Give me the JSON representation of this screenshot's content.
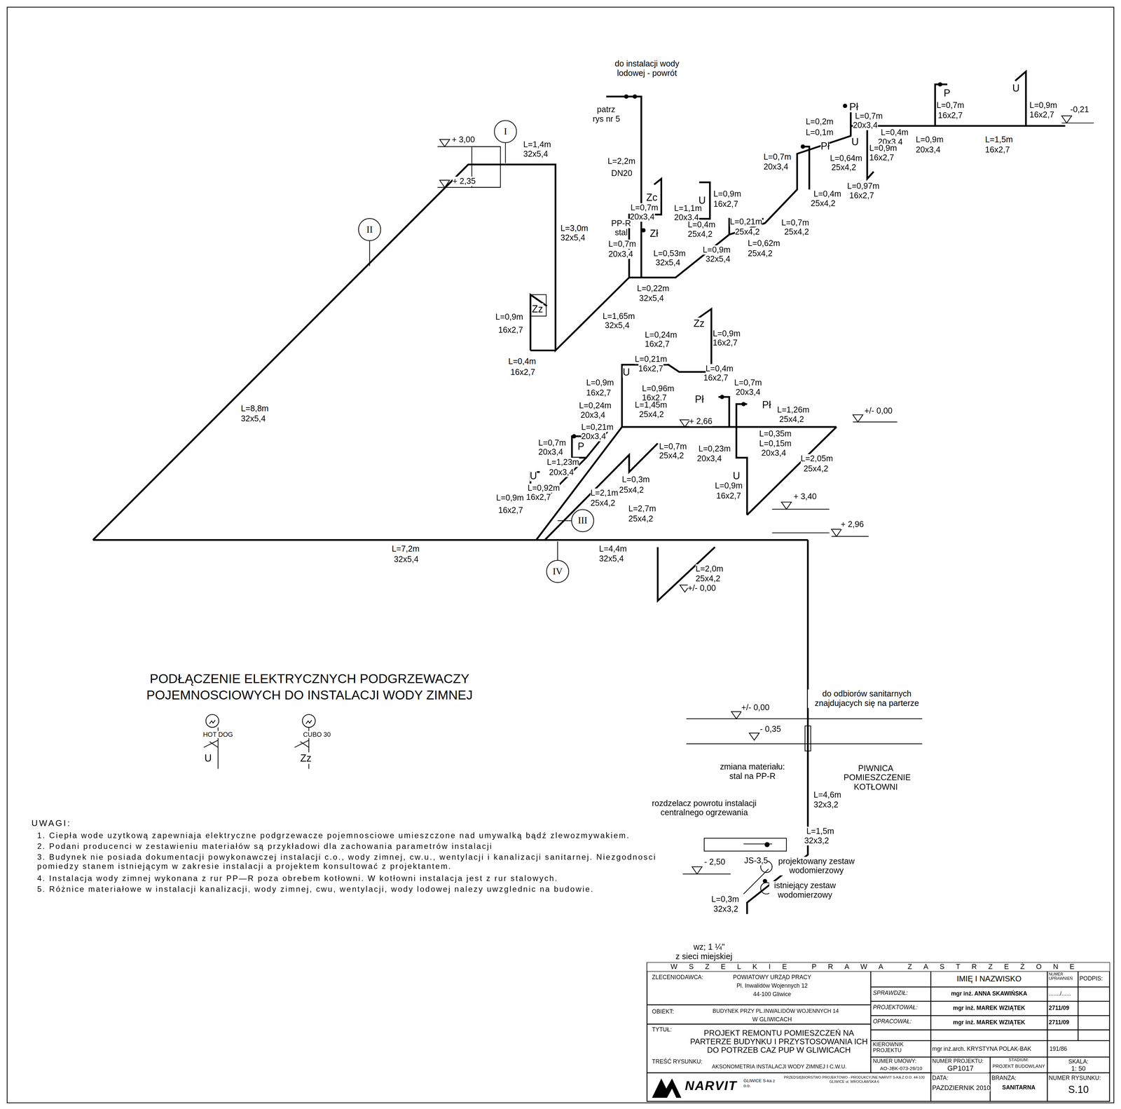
{
  "diagram": {
    "nodes": [
      {
        "text": [
          "I"
        ]
      },
      {
        "text": [
          "II"
        ]
      },
      {
        "text": [
          "III"
        ]
      },
      {
        "text": [
          "IV"
        ]
      }
    ],
    "labels": [
      "do instalacji wody lodowej - powrót",
      "patrz",
      "rys nr 5",
      "+ 3,00",
      "+ 2,35",
      "L=1,4m",
      "32x5,4",
      "L=2,2m",
      "DN20",
      "L=3,0m",
      "32x5,4",
      "Zc",
      "L=0,7m",
      "20x3,4",
      "PP-R",
      "stal",
      "Zł",
      "L=0,7m",
      "20x3,4",
      "U",
      "L=1,1m",
      "20x3,4",
      "L=0,9m",
      "16x2,7",
      "L=0,4m",
      "25x4,2",
      "L=0,21m",
      "25x4,2",
      "L=0,62m",
      "25x4,2",
      "L=0,9m",
      "32x5,4",
      "L=0,53m",
      "32x5,4",
      "L=0,22m",
      "32x5,4",
      "L=1,65m",
      "32x5,4",
      "Zz",
      "L=0,9m",
      "16x2,7",
      "L=0,4m",
      "16x2,7",
      "L=0,7m",
      "20x3,4",
      "L=0,2m",
      "L=0,1m",
      "Pł",
      "L=0,7m",
      "20x3,4",
      "U",
      "L=0,4m",
      "20x3,4",
      "L=0,9m",
      "16x2,7",
      "Pł",
      "L=0,64m",
      "25x4,2",
      "L=0,97m",
      "16x2,7",
      "L=0,4m",
      "25x4,2",
      "L=0,7m",
      "25x4,2",
      "L=0,9m",
      "20x3,4",
      "P",
      "L=0,7m",
      "16x2,7",
      "L=1,5m",
      "16x2,7",
      "U",
      "L=0,9m",
      "16x2,7",
      "-0,21",
      "L=8,8m",
      "32x5,4",
      "L=0,24m",
      "16x2,7",
      "Zz",
      "L=0,9m",
      "16x2,7",
      "L=0,21m",
      "16x2,7",
      "U",
      "L=0,4m",
      "16x2,7",
      "L=0,9m",
      "16x2,7",
      "L=0,96m",
      "16x2,7",
      "L=0,24m",
      "20x3,4",
      "L=1,45m",
      "25x4,2",
      "Pł",
      "L=0,7m",
      "20x3,4",
      "Pł",
      "L=1,26m",
      "25x4,2",
      "+/- 0,00",
      "+ 2,66",
      "L=0,21m",
      "20x3,4",
      "L=0,35m",
      "L=0,15m",
      "20x3,4",
      "L=0,7m",
      "20x3,4",
      "P",
      "L=0,7m",
      "25x4,2",
      "L=0,23m",
      "20x3,4",
      "L=2,05m",
      "25x4,2",
      "L=1,23m",
      "20x3,4",
      "U",
      "L=0,92m",
      "16x2,7",
      "L=0,3m",
      "25x4,2",
      "U",
      "L=0,9m",
      "16x2,7",
      "L=0,9m",
      "16x2,7",
      "L=2,1m",
      "25x4,2",
      "+ 3,40",
      "L=2,7m",
      "25x4,2",
      "+ 2,96",
      "L=7,2m",
      "32x5,4",
      "L=4,4m",
      "32x5,4",
      "L=2,0m",
      "25x4,2",
      "+/- 0,00",
      "PODŁĄCZENIE ELEKTRYCZNYCH PODGRZEWACZY POJEMNOSCIOWYCH DO INSTALACJI WODY ZIMNEJ",
      "HOT DOG",
      "U",
      "CUBO 30",
      "Zz",
      "do odbiorów sanitarnych znajdujacych się na parterze",
      "+/- 0,00",
      "- 0,35",
      "zmiana materiału: stal na PP-R",
      "PIWNICA POMIESZCZENIE KOTŁOWNI",
      "L=4,6m",
      "32x3,2",
      "rozdzelacz powrotu instalacji centralnego ogrzewania",
      "L=1,5m",
      "32x3,2",
      "- 2,50",
      "JS-3,5",
      "projektowany zestaw wodomierzowy",
      "istniejący zestaw wodomierzowy",
      "L=0,3m",
      "32x3,2",
      "wz; 1 ¼\"",
      "z sieci miejskiej",
      "UWAGI:",
      "1. Ciepła wode uzytkową zapewniaja elektryczne podgrzewacze pojemnosciowe umieszczone nad umywalką bądź zlewozmywakiem.",
      "2. Podani producenci w zestawieniu materiałów są przykładowi dla zachowania parametrów instalacji",
      "3. Budynek nie posiada dokumentacji powykonawczej instalacji c.o., wody zimnej, cw.u., wentylacji i kanalizacji sanitarnej. Niezgodnosci pomiedzy stanem istniejącym w zakresie instalacji a projektem konsultować z projektantem.",
      "4. Instalacja wody zimnej wykonana z rur PP—R poza obrebem kotłowni. W kotłowni instalacja jest z rur stalowych.",
      "5. Różnice materiałowe w instalacji kanalizacji, wody zimnej, cwu, wentylacji, wody lodowej nalezy uwzglednic na budowie.",
      "WSZELKIE PRAWA ZASTRZEŻONE",
      "ZLECENIODAWCA:",
      "POWIATOWY URZĄD PRACY",
      "Pl. Inwalidów Wojennych 12",
      "44-100 Gliwice",
      "OBIEKT:",
      "BUDYNEK PRZY PL.INWALIDÓW WOJENNYCH 14",
      "W GLIWICACH",
      "TYTUŁ:",
      "PROJEKT REMONTU POMIESZCZEŃ NA PARTERZE BUDYNKU I PRZYSTOSOWANIA ICH DO POTRZEB CAZ PUP W GLIWICACH",
      "TREŚĆ RYSUNKU:",
      "AKSONOMETRIA INSTALACJI WODY ZIMNEJ I C.W.U.",
      "IMIĘ I NAZWISKO",
      "NUMER UPRAWNIEŃ",
      "PODPIS:",
      "SPRAWDZIŁ:",
      "mgr inż. ANNA SKAWIŃSKA",
      "......./......",
      "PROJEKTOWAŁ:",
      "mgr inż. MAREK WZIĄTEK",
      "2711/09",
      "OPRACOWAŁ:",
      "mgr inż. MAREK WZIĄTEK",
      "2711/09",
      "KIEROWNIK PROJEKTU",
      "mgr inż.arch. KRYSTYNA POLAK-BAK",
      "191/86",
      "NUMER UMOWY:",
      "AO-JBK-073-26/10",
      "NUMER PROJEKTU:",
      "GP1017",
      "STADIUM:",
      "PROJEKT BUDOWLANY",
      "SKALA:",
      "1: 50",
      "DATA:",
      "PAZDZIERNIK 2010",
      "BRANŻA:",
      "SANITARNA",
      "NUMER RYSUNKU:",
      "S.10",
      "GLIWICE S-ka z o.o.",
      "PRZEDSIĘBIORSTWO PROJEKTOWO - PRODUKCYJNE NARVIT S-KA Z O.O. 44-100 GLIWICE ul. WROCŁAWSKA 6",
      "NARVIT"
    ]
  }
}
